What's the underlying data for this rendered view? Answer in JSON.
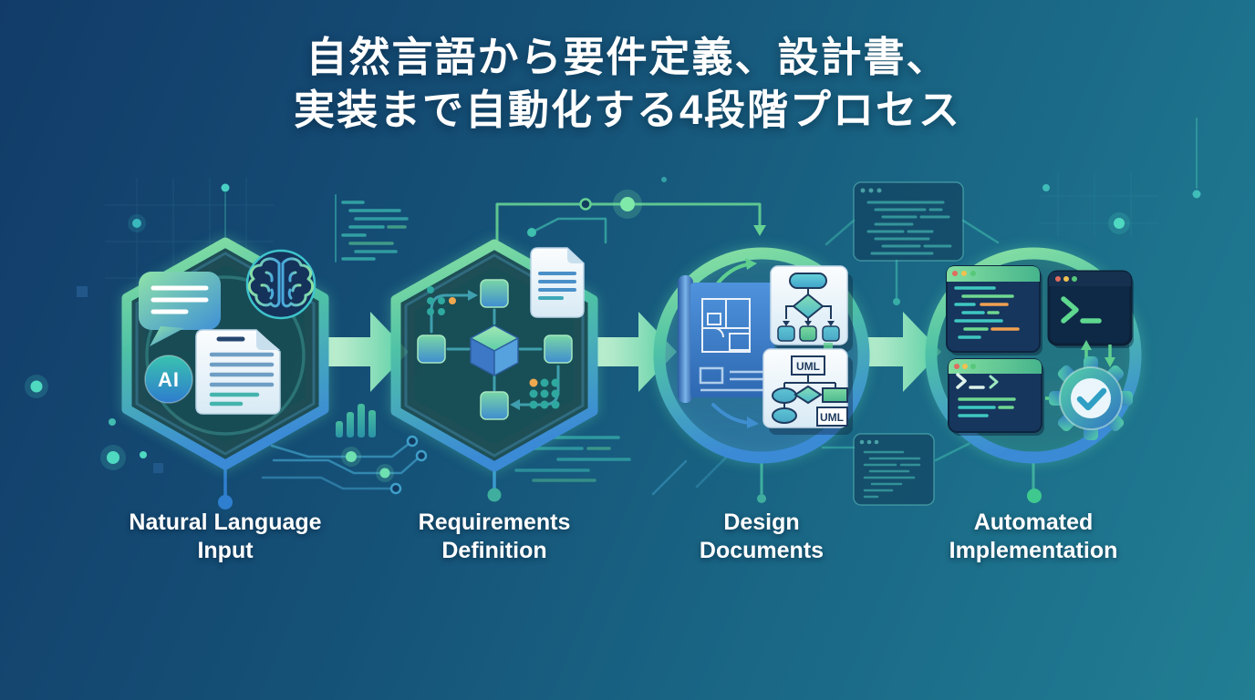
{
  "title": {
    "line1": "自然言語から要件定義、設計書、",
    "line2": "実装まで自動化する4段階プロセス"
  },
  "stages": [
    {
      "name": "natural-language-input",
      "shape": "hexagon",
      "label_line1": "Natural Language",
      "label_line2": "Input",
      "badge": "AI",
      "icons": [
        "chat-bubble-icon",
        "document-icon",
        "ai-badge",
        "brain-icon"
      ]
    },
    {
      "name": "requirements-definition",
      "shape": "hexagon",
      "label_line1": "Requirements",
      "label_line2": "Definition",
      "icons": [
        "node-graph-icon",
        "cube-icon",
        "document-icon"
      ]
    },
    {
      "name": "design-documents",
      "shape": "circle",
      "label_line1": "Design",
      "label_line2": "Documents",
      "uml_label_top": "UML",
      "uml_label_bottom": "UML",
      "icons": [
        "blueprint-icon",
        "flowchart-icon",
        "uml-diagram-icon",
        "cycle-arrows-icon"
      ]
    },
    {
      "name": "automated-implementation",
      "shape": "circle",
      "label_line1": "Automated",
      "label_line2": "Implementation",
      "icons": [
        "code-window-icon",
        "terminal-icon",
        "code-window-icon",
        "gear-check-icon"
      ]
    }
  ],
  "colors": {
    "bg_top_left": "#123b69",
    "bg_bottom_right": "#217e93",
    "accent_green": "#6fd898",
    "accent_teal": "#3fc4b8",
    "accent_blue": "#3a8fd8",
    "arrow_gradient_start": "#c6f0d3",
    "arrow_gradient_end": "#5ed0a6",
    "label_text": "#ffffff",
    "traffic_dot_red": "#e06c5f",
    "traffic_dot_yellow": "#f0c050",
    "traffic_dot_green": "#57c87a",
    "code_orange": "#f0a050"
  }
}
